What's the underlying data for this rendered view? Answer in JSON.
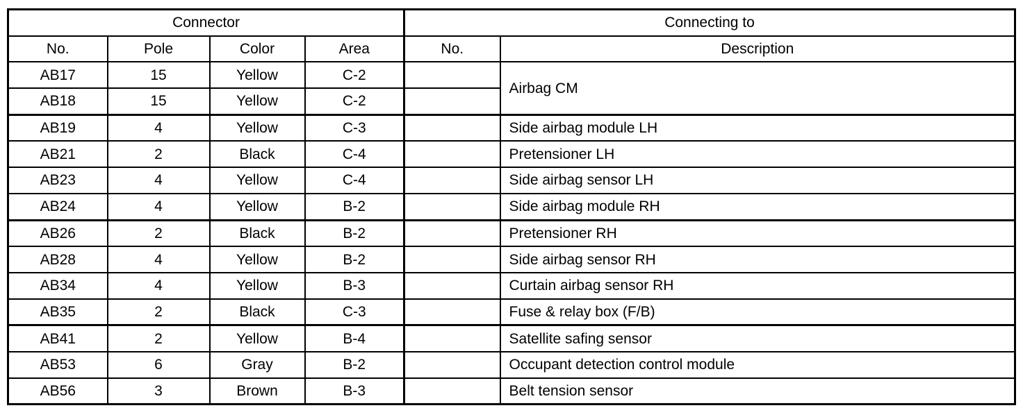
{
  "table": {
    "header_groups": [
      {
        "label": "Connector",
        "colspan": 4
      },
      {
        "label": "Connecting to",
        "colspan": 2
      }
    ],
    "columns": [
      "No.",
      "Pole",
      "Color",
      "Area",
      "No.",
      "Description"
    ],
    "section_break_after": [
      "AB18",
      "AB24",
      "AB35"
    ],
    "rows": [
      {
        "no": "AB17",
        "pole": "15",
        "color": "Yellow",
        "area": "C-2",
        "connecting_no": "",
        "description": "Airbag CM",
        "description_rowspan": 2
      },
      {
        "no": "AB18",
        "pole": "15",
        "color": "Yellow",
        "area": "C-2",
        "connecting_no": "",
        "description": null
      },
      {
        "no": "AB19",
        "pole": "4",
        "color": "Yellow",
        "area": "C-3",
        "connecting_no": "",
        "description": "Side airbag module LH"
      },
      {
        "no": "AB21",
        "pole": "2",
        "color": "Black",
        "area": "C-4",
        "connecting_no": "",
        "description": "Pretensioner LH"
      },
      {
        "no": "AB23",
        "pole": "4",
        "color": "Yellow",
        "area": "C-4",
        "connecting_no": "",
        "description": "Side airbag sensor LH"
      },
      {
        "no": "AB24",
        "pole": "4",
        "color": "Yellow",
        "area": "B-2",
        "connecting_no": "",
        "description": "Side airbag module RH"
      },
      {
        "no": "AB26",
        "pole": "2",
        "color": "Black",
        "area": "B-2",
        "connecting_no": "",
        "description": "Pretensioner RH"
      },
      {
        "no": "AB28",
        "pole": "4",
        "color": "Yellow",
        "area": "B-2",
        "connecting_no": "",
        "description": "Side airbag sensor RH"
      },
      {
        "no": "AB34",
        "pole": "4",
        "color": "Yellow",
        "area": "B-3",
        "connecting_no": "",
        "description": "Curtain airbag sensor RH"
      },
      {
        "no": "AB35",
        "pole": "2",
        "color": "Black",
        "area": "C-3",
        "connecting_no": "",
        "description": "Fuse & relay box (F/B)"
      },
      {
        "no": "AB41",
        "pole": "2",
        "color": "Yellow",
        "area": "B-4",
        "connecting_no": "",
        "description": "Satellite safing sensor"
      },
      {
        "no": "AB53",
        "pole": "6",
        "color": "Gray",
        "area": "B-2",
        "connecting_no": "",
        "description": "Occupant detection control module"
      },
      {
        "no": "AB56",
        "pole": "3",
        "color": "Brown",
        "area": "B-3",
        "connecting_no": "",
        "description": "Belt tension sensor"
      }
    ]
  }
}
